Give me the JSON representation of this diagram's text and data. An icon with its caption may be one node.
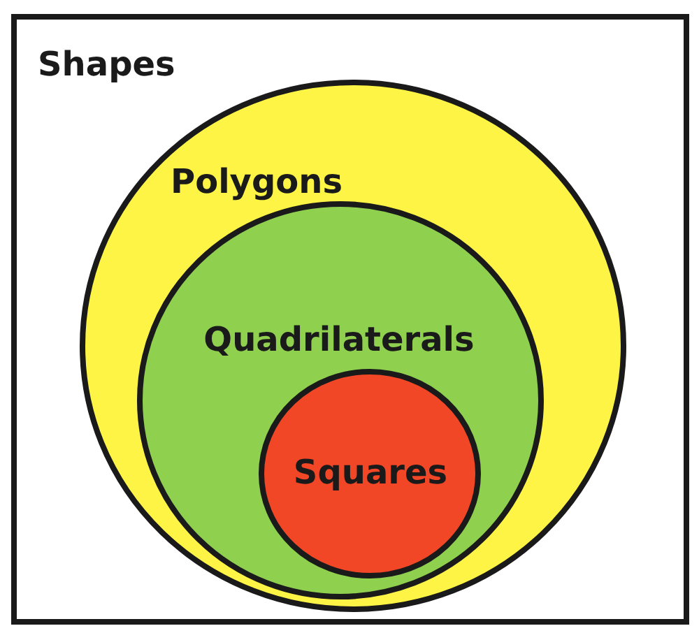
{
  "diagram": {
    "nodes": [
      {
        "text": [
          "Shapes"
        ]
      },
      {
        "text": [
          "Polygons"
        ],
        "in": 0
      },
      {
        "text": [
          "Quadrilaterals"
        ],
        "in": 1
      },
      {
        "text": [
          "Squares"
        ],
        "in": 2
      }
    ]
  }
}
